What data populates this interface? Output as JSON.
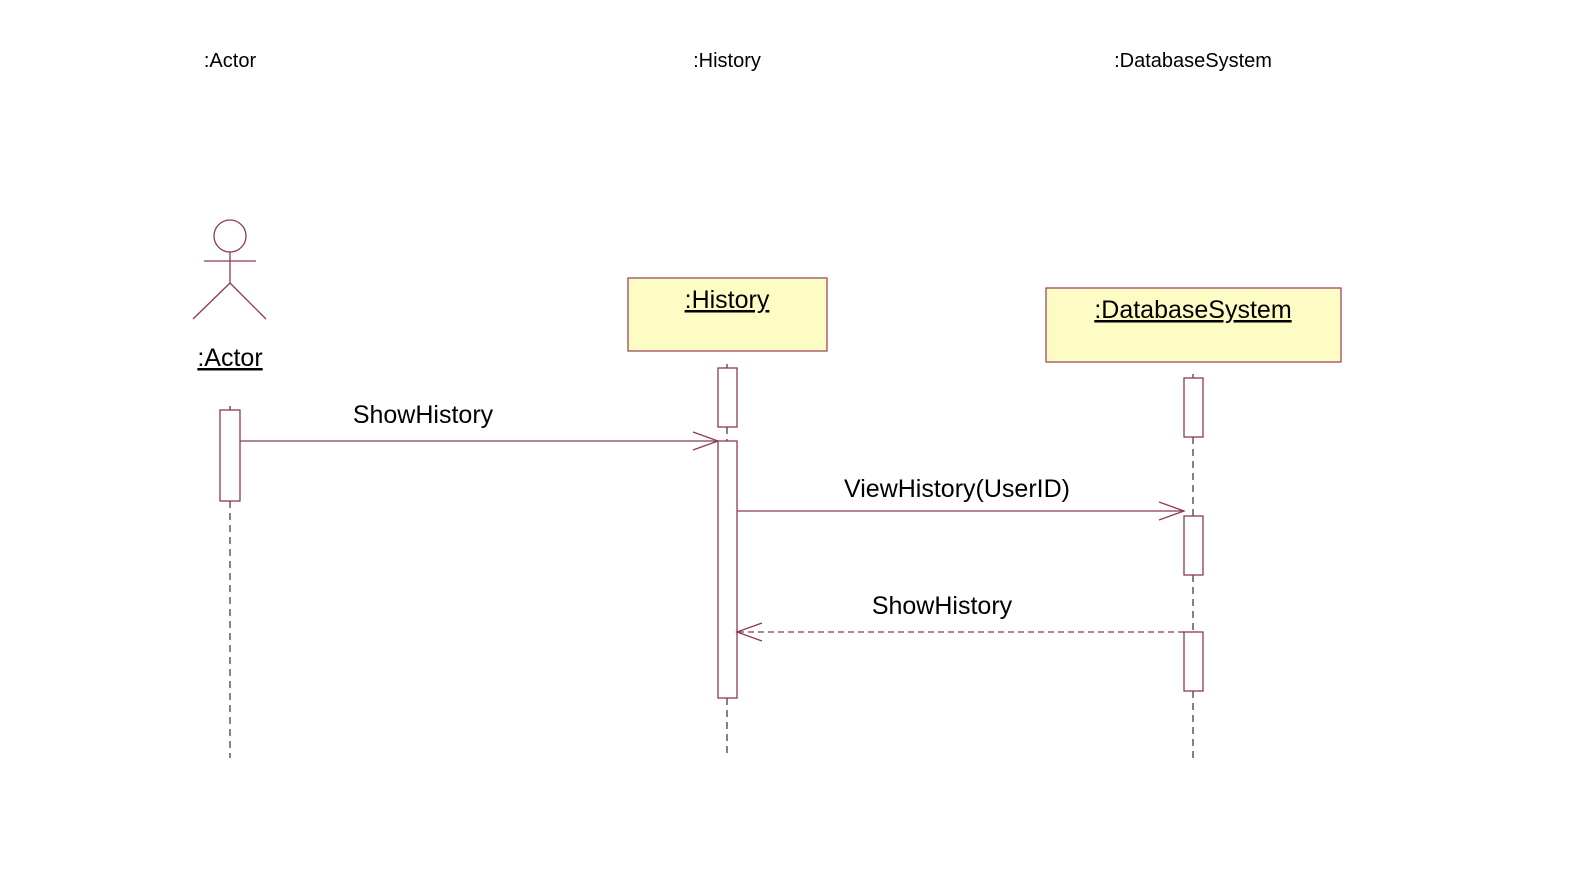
{
  "headers": {
    "actor": ":Actor",
    "history": ":History",
    "database": ":DatabaseSystem"
  },
  "objects": {
    "actor_label": ":Actor",
    "history_label": ":History",
    "database_label": ":DatabaseSystem"
  },
  "messages": {
    "m1": "ShowHistory",
    "m2": "ViewHistory(UserID)",
    "m3": "ShowHistory"
  },
  "colors": {
    "line": "#8b3a52",
    "box_fill": "#fcfcc4",
    "box_stroke": "#a3475f"
  }
}
